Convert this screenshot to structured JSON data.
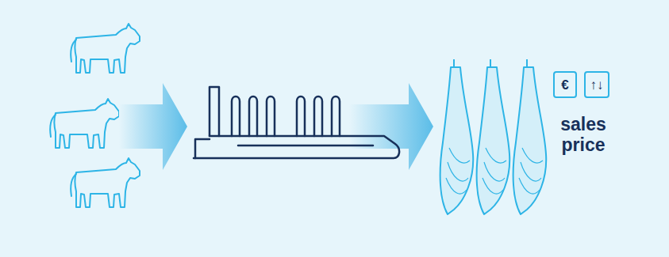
{
  "diagram": {
    "nodes": [
      {
        "text": [
          "€"
        ]
      },
      {
        "text": [
          "↑↓"
        ]
      }
    ],
    "labels": [
      "sales price"
    ]
  }
}
